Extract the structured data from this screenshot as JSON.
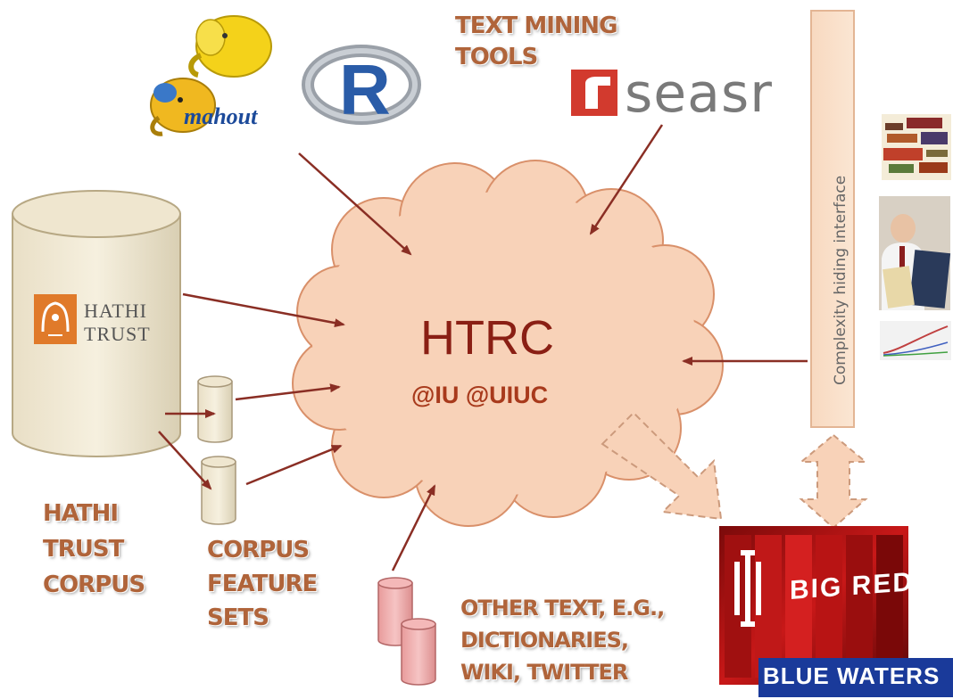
{
  "tools_label": [
    "TEXT MINING",
    "TOOLS"
  ],
  "hub": {
    "title": "HTRC",
    "subtitle": "@IU @UIUC"
  },
  "corpus_label": [
    "HATHI",
    "TRUST",
    "CORPUS"
  ],
  "feature_label": [
    "CORPUS",
    "FEATURE",
    "SETS"
  ],
  "other_label": [
    "OTHER TEXT, E.G.,",
    "DICTIONARIES,",
    "WIKI, TWITTER"
  ],
  "interface_label": "Complexity hiding interface",
  "logos": {
    "seasr": "seasr",
    "mahout": "mahout",
    "r": "R",
    "hathitrust": [
      "HATHI",
      "TRUST"
    ],
    "bigred": "BIG RED II",
    "bluewaters": "BLUE WATERS"
  },
  "colors": {
    "label": "#b0643a",
    "cloud_fill": "#f8d2b8",
    "arrow": "#8a2e24",
    "title": "#8a1f14"
  }
}
